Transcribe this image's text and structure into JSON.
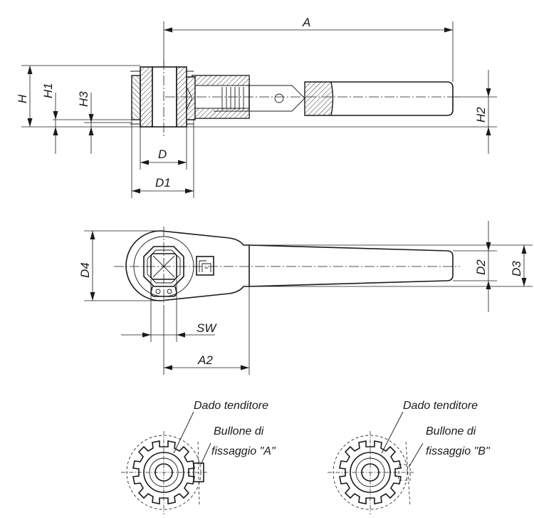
{
  "dimensions": {
    "A": "A",
    "H": "H",
    "H1": "H1",
    "H2": "H2",
    "H3": "H3",
    "D": "D",
    "D1": "D1",
    "D2": "D2",
    "D3": "D3",
    "D4": "D4",
    "SW": "SW",
    "A2": "A2"
  },
  "details": [
    {
      "nut_label": "Dado tenditore",
      "bolt_label_line1": "Bullone di",
      "bolt_label_line2": "fissaggio \"A\""
    },
    {
      "nut_label": "Dado tenditore",
      "bolt_label_line1": "Bullone di",
      "bolt_label_line2": "fissaggio \"B\""
    }
  ]
}
